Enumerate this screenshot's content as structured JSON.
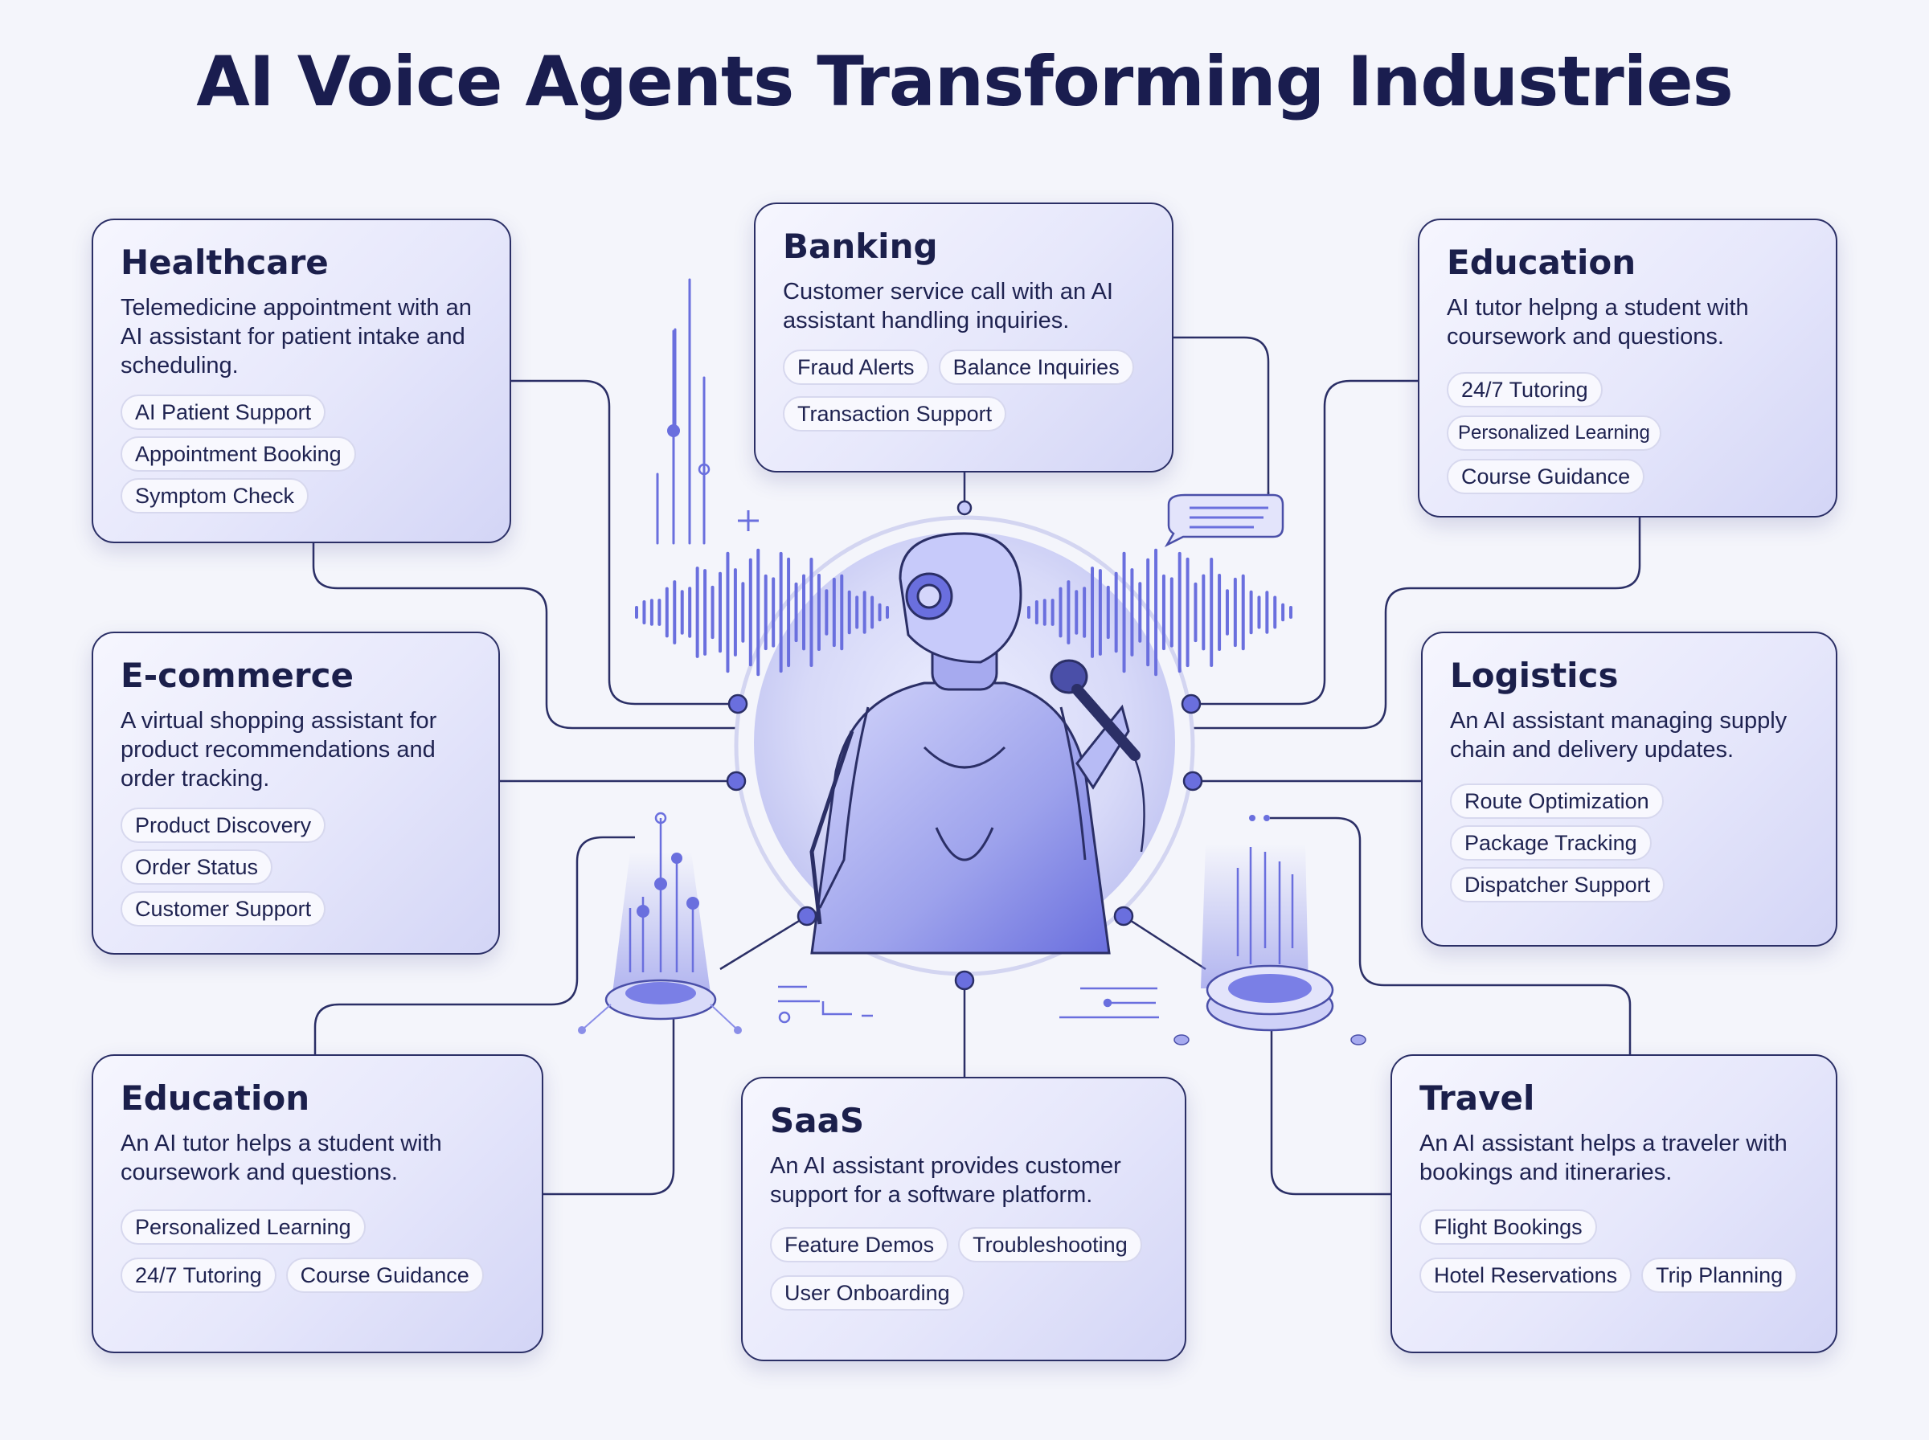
{
  "title": "AI Voice Agents Transforming Industries",
  "colors": {
    "accent": "#6a6fde",
    "navy": "#1b1f4b",
    "card_border": "#2b2f66",
    "background": "#f4f5fb"
  },
  "cards": {
    "healthcare": {
      "title": "Healthcare",
      "description": "Telemedicine appointment with an AI assistant for patient intake and scheduling.",
      "tags": [
        "AI Patient Support",
        "Appointment Booking",
        "Symptom Check"
      ]
    },
    "banking": {
      "title": "Banking",
      "description": "Customer service call with an AI assistant handling inquiries.",
      "tags": [
        "Fraud Alerts",
        "Balance Inquiries",
        "Transaction Support"
      ]
    },
    "education_top": {
      "title": "Education",
      "description": "AI tutor helpng a student with coursework and questions.",
      "tags": [
        "24/7 Tutoring",
        "Personalized Learning",
        "Course Guidance"
      ]
    },
    "ecommerce": {
      "title": "E-commerce",
      "description": "A virtual shopping assistant for product recommendations and order tracking.",
      "tags": [
        "Product Discovery",
        "Order Status",
        "Customer Support"
      ]
    },
    "logistics": {
      "title": "Logistics",
      "description": "An AI assistant managing supply chain and delivery updates.",
      "tags": [
        "Route Optimization",
        "Package Tracking",
        "Dispatcher Support"
      ]
    },
    "education_bottom": {
      "title": "Education",
      "description": "An AI tutor helps a student with coursework and questions.",
      "tags": [
        "Personalized Learning",
        "24/7 Tutoring",
        "Course Guidance"
      ]
    },
    "saas": {
      "title": "SaaS",
      "description": "An AI assistant provides customer support for a software platform.",
      "tags": [
        "Feature Demos",
        "Troubleshooting",
        "User Onboarding"
      ]
    },
    "travel": {
      "title": "Travel",
      "description": "An AI assistant helps a traveler with bookings and itineraries.",
      "tags": [
        "Flight Bookings",
        "Hotel Reservations",
        "Trip Planning"
      ]
    }
  },
  "icons": [
    "robot-illustration-icon",
    "microphone-icon",
    "sound-wave-icon",
    "chat-bubble-icon",
    "hologram-pedestal-icon"
  ]
}
